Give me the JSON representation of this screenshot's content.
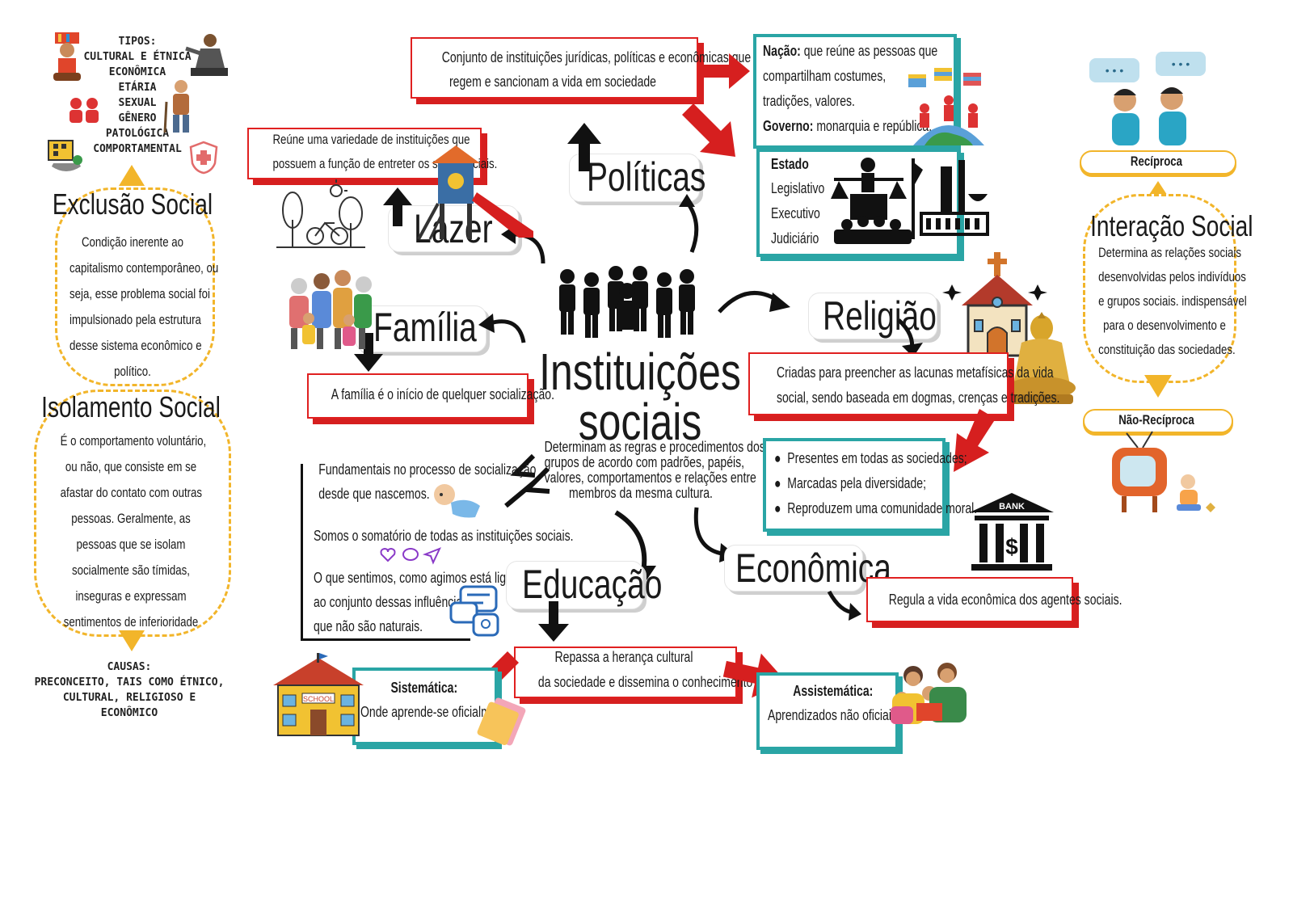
{
  "main": {
    "title_line1": "Instituições",
    "title_line2": "sociais",
    "description": [
      "Determinam as regras e procedimentos dos",
      "grupos de acordo com padrões, papéis,",
      "valores, comportamentos e relações entre",
      "membros da mesma cultura."
    ]
  },
  "exclusao": {
    "tipos_title": "TIPOS:",
    "tipos": [
      "CULTURAL E ÉTNICA",
      "ECONÔMICA",
      "ETÁRIA",
      "SEXUAL",
      "GÊNERO",
      "PATOLÓGICA",
      "COMPORTAMENTAL"
    ],
    "title": "Exclusão Social",
    "text": [
      "Condição inerente ao",
      "capitalismo contemporâneo, ou",
      "seja, esse problema social foi",
      "impulsionado pela estrutura",
      "desse sistema econômico e",
      "político."
    ]
  },
  "isolamento": {
    "title": "Isolamento Social",
    "text": [
      "É o comportamento voluntário,",
      "ou não, que consiste em se",
      "afastar do contato com outras",
      "pessoas. Geralmente, as",
      "pessoas que se isolam",
      "socialmente são tímidas,",
      "inseguras e expressam",
      "sentimentos de inferioridade"
    ],
    "causas_title": "CAUSAS:",
    "causas": [
      "PRECONCEITO, TAIS COMO ÉTNICO,",
      "CULTURAL, RELIGIOSO E",
      "ECONÔMICO"
    ]
  },
  "politicas": {
    "label": "Políticas",
    "definition": [
      "Conjunto de instituições  jurídicas, políticas e econômicas que",
      "regem e sancionam a vida em sociedade"
    ],
    "nacao_term": "Nação:",
    "nacao_lines": [
      " que reúne as pessoas que",
      "compartilham costumes,",
      "tradições, valores."
    ],
    "governo_term": "Governo:",
    "governo_text": " monarquia e república.",
    "estado_title": "Estado",
    "estado_items": [
      "Legislativo",
      "Executivo",
      "Judiciário"
    ]
  },
  "lazer": {
    "label": "Lazer",
    "definition": [
      "Reúne uma variedade de instituições que",
      "possuem a função de entreter os seres sociais."
    ]
  },
  "familia": {
    "label": "Família",
    "definition": "A família é o início de  quelquer socialização."
  },
  "religiao": {
    "label": "Religião",
    "definition": [
      "Criadas para preencher as lacunas metafísicas da vida",
      "social, sendo baseada em dogmas, crenças e tradições."
    ],
    "bullets": [
      "Presentes em todas as sociedades;",
      "Marcadas pela diversidade;",
      "Reproduzem uma comunidade moral."
    ]
  },
  "economica": {
    "label": "Econômica",
    "definition": "Regula a vida econômica dos agentes sociais.",
    "bank_label": "BANK"
  },
  "educacao": {
    "label": "Educação",
    "notes": [
      "Fundamentais no processo de socialização",
      "desde que nascemos.",
      "Somos o somatório  de todas as instituições  sociais.",
      "O que sentimos, como agimos  está ligados",
      "ao conjunto dessas influências",
      "que não são naturais."
    ],
    "definition": [
      "Repassa a herança cultural",
      "da sociedade e dissemina o conhecimento"
    ],
    "sistematica_title": "Sistemática:",
    "sistematica_text": "Onde aprende-se oficialmente.",
    "assistematica_title": "Assistemática:",
    "assistematica_text": "Aprendizados não oficiais.",
    "school_label": "SCHOOL"
  },
  "interacao": {
    "reciproca": "Recíproca",
    "title": "Interação Social",
    "text": [
      "Determina as relações sociais",
      "desenvolvidas pelos indivíduos",
      "e grupos sociais. indispensável",
      "para o desenvolvimento e",
      "constituição das sociedades."
    ],
    "nao_reciproca": "Não-Recíproca",
    "speech_dots": "• • •"
  },
  "colors": {
    "red": "#e02020",
    "teal": "#2aa5a5",
    "yellow_dash": "#f2b52a",
    "ink": "#1a1a1a"
  }
}
